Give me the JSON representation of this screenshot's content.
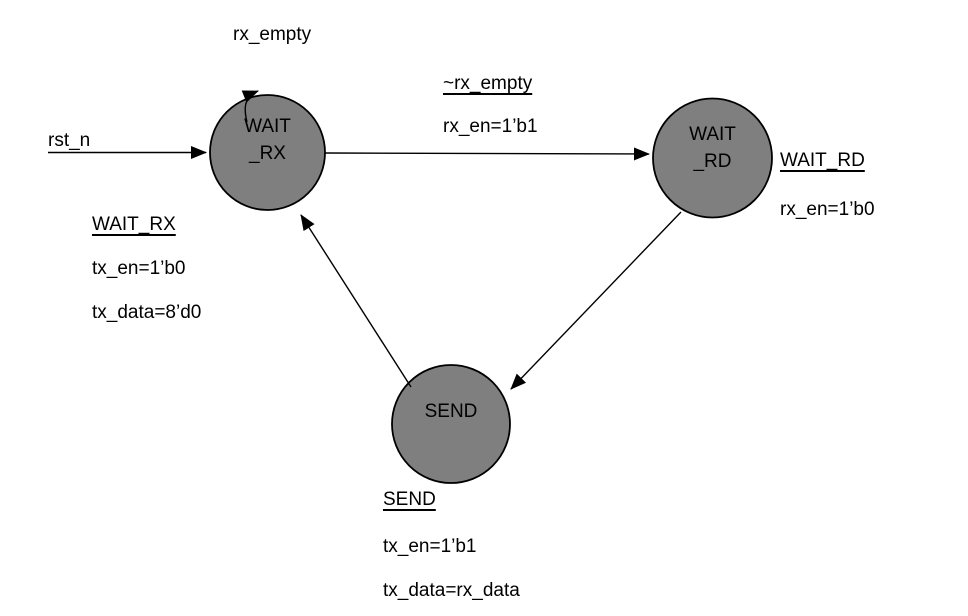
{
  "colors": {
    "background": "#ffffff",
    "state_fill": "#7f7f7f",
    "state_stroke": "#000000",
    "line": "#000000",
    "text": "#000000"
  },
  "states": {
    "wait_rx": {
      "line1": "WAIT",
      "line2": "_RX"
    },
    "wait_rd": {
      "line1": "WAIT",
      "line2": "_RD"
    },
    "send": {
      "line1": "SEND"
    }
  },
  "edges": {
    "reset": {
      "label": "rst_n"
    },
    "self_loop": {
      "label": "rx_empty"
    },
    "wait_rx_to_wait_rd": {
      "condition": "~rx_empty",
      "action": "rx_en=1’b1"
    }
  },
  "notes": {
    "wait_rx": {
      "title": "WAIT_RX",
      "line1": "tx_en=1’b0",
      "line2": "tx_data=8’d0"
    },
    "wait_rd": {
      "title": "WAIT_RD",
      "line1": "rx_en=1’b0"
    },
    "send": {
      "title": "SEND",
      "line1": "tx_en=1’b1",
      "line2": "tx_data=rx_data"
    }
  }
}
